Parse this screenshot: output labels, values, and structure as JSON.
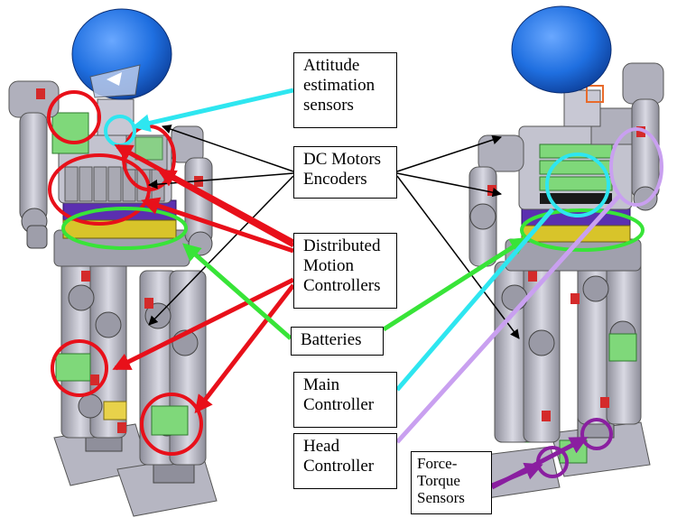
{
  "labels": {
    "attitude": [
      "Attitude",
      "estimation",
      "sensors"
    ],
    "motors": [
      "DC Motors",
      "Encoders"
    ],
    "distributed": [
      "Distributed",
      "Motion",
      "Controllers"
    ],
    "batteries": [
      "Batteries"
    ],
    "main_controller": [
      "Main",
      "Controller"
    ],
    "head_controller": [
      "Head",
      "Controller"
    ],
    "ft_sensors": [
      "Force-",
      "Torque",
      "Sensors"
    ]
  },
  "colors": {
    "attitude_marker": "#2ee6f0",
    "motors_marker": "#000000",
    "distributed_marker": "#e8101a",
    "batteries_marker": "#38e438",
    "main_controller_marker": "#2ee6f0",
    "head_controller_marker": "#c9a0f0",
    "ft_sensors_marker": "#8a1fa0",
    "robot_head": "#1f6fe0",
    "robot_frame": "#b8b8c8",
    "motor_block": "#a9a9b3",
    "battery_purple": "#5b2fb0",
    "battery_yellow": "#d8c42a",
    "controller_green": "#7fd87a",
    "joint_red": "#d42a2a"
  }
}
